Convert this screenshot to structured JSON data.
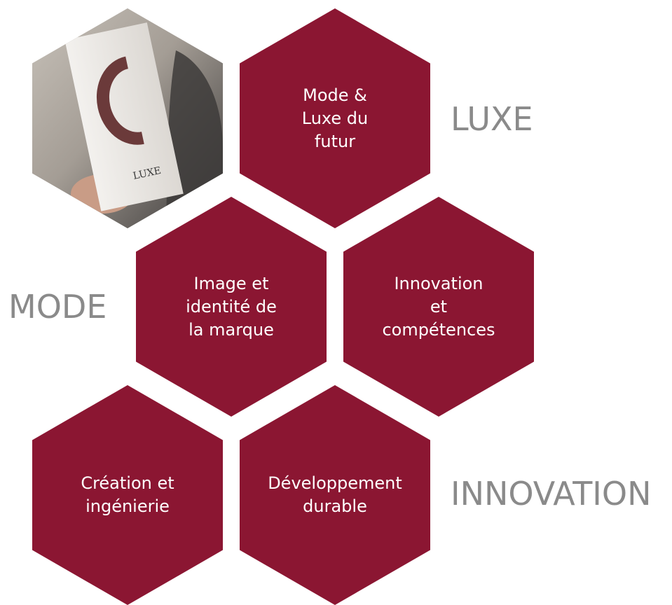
{
  "colors": {
    "hex_fill": "#8b1632",
    "hex_text": "#ffffff",
    "side_label": "#8a8a8a"
  },
  "photo": {
    "card_brand": "LUXE",
    "icon": "card-photo"
  },
  "hexagons": [
    {
      "lines": [
        "Mode &",
        "Luxe du",
        "futur"
      ]
    },
    {
      "lines": [
        "Image et",
        "identité de",
        "la marque"
      ]
    },
    {
      "lines": [
        "Innovation",
        "et",
        "compétences"
      ]
    },
    {
      "lines": [
        "Création et",
        "ingénierie"
      ]
    },
    {
      "lines": [
        "Développement",
        "durable"
      ]
    }
  ],
  "side_labels": {
    "luxe": "LUXE",
    "mode": "MODE",
    "innovation": "INNOVATION"
  }
}
